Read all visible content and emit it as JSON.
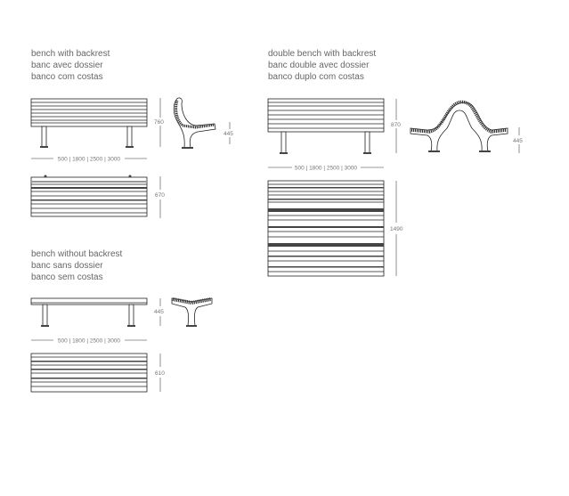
{
  "sections": {
    "bench_backrest": {
      "title": [
        "bench with backrest",
        "banc avec dossier",
        "banco com costas"
      ],
      "height": "760",
      "seat_height": "445",
      "lengths": "500 | 1800 | 2500 | 3000",
      "depth": "670"
    },
    "double_bench": {
      "title": [
        "double bench with backrest",
        "banc double avec dossier",
        "banco duplo com costas"
      ],
      "height": "870",
      "seat_height": "445",
      "lengths": "500 | 1800 | 2500 | 3000",
      "depth": "1490"
    },
    "bench_no_backrest": {
      "title": [
        "bench without backrest",
        "banc sans dossier",
        "banco sem costas"
      ],
      "seat_height": "445",
      "lengths": "500 | 1800 | 2500 | 3000",
      "depth": "610"
    }
  }
}
